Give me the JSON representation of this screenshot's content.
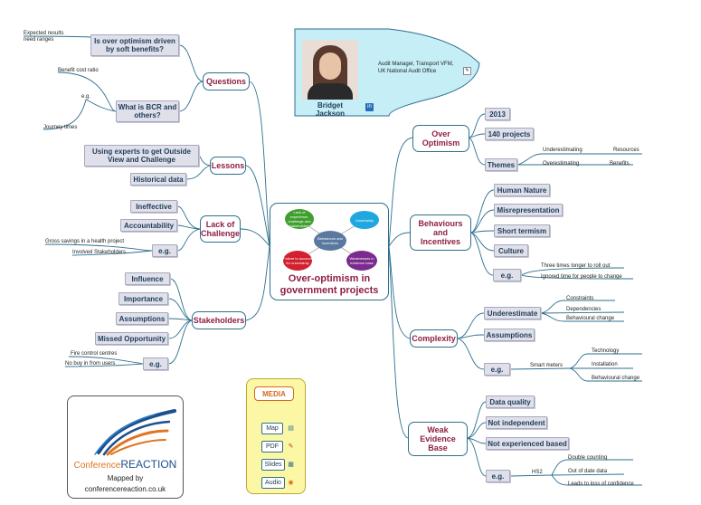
{
  "center": {
    "title": "Over-optimism in government projects",
    "bubbles": [
      {
        "text": "Lack of experience, challenge and stakeholders",
        "color": "#3f9f2e"
      },
      {
        "text": "Uncertainty",
        "color": "#1fa8e0"
      },
      {
        "text": "Behaviours and incentives",
        "color": "#5b79a0"
      },
      {
        "text": "Failure to account for uncertainty",
        "color": "#d2202e"
      },
      {
        "text": "Weaknesses in evidence base",
        "color": "#7b2a8e"
      }
    ]
  },
  "profile": {
    "name": "Bridget Jackson",
    "line1": "Audit Manager, Transport VFM,",
    "line2": "UK National Audit Office"
  },
  "branches": {
    "questions": {
      "label": "Questions",
      "q1": "Is over optimism driven by soft benefits?",
      "q1_leaf": "Expected results need ranges",
      "q2": "What is BCR and others?",
      "q2_leaf1": "Benefit cost ratio",
      "q2_leaf2": "e.g.",
      "q2_leaf3": "Journey times"
    },
    "lessons": {
      "label": "Lessons",
      "items": [
        "Using experts to get Outside View and Challenge",
        "Historical data"
      ]
    },
    "lack_of_challenge": {
      "label": "Lack of Challenge",
      "items": [
        "Ineffective",
        "Accountability",
        "e.g."
      ],
      "leaves": [
        "Gross savings in a health project",
        "Involved Stakeholders"
      ]
    },
    "stakeholders": {
      "label": "Stakeholders",
      "items": [
        "Influence",
        "Importance",
        "Assumptions",
        "Missed Opportunity",
        "e.g."
      ],
      "leaves": [
        "Fire control centres",
        "No buy in from users"
      ]
    },
    "over_optimism": {
      "label": "Over Optimism",
      "items": [
        "2013",
        "140 projects",
        "Themes"
      ],
      "theme_leaves": [
        "Underestimating",
        "Resources",
        "Overestimating",
        "Benefits"
      ]
    },
    "behaviours": {
      "label": "Behaviours and Incentives",
      "items": [
        "Human Nature",
        "Misrepresentation",
        "Short termism",
        "Culture",
        "e.g."
      ],
      "leaves": [
        "Three times longer to roll out",
        "Ignored time for people to change"
      ]
    },
    "complexity": {
      "label": "Complexity",
      "items": [
        "Underestimate",
        "Assumptions",
        "e.g."
      ],
      "underestimate_leaves": [
        "Constraints",
        "Dependencies",
        "Behavioural change"
      ],
      "eg_leaf": "Smart meters",
      "smart_leaves": [
        "Technology",
        "Installation",
        "Behavioural change"
      ]
    },
    "weak_evidence": {
      "label": "Weak Evidence Base",
      "items": [
        "Data quality",
        "Not independent",
        "Not experienced based",
        "e.g."
      ],
      "eg_leaf": "HS2",
      "hs2_leaves": [
        "Double counting",
        "Out of date data",
        "Leads to loss of confidence"
      ]
    }
  },
  "media": {
    "title": "MEDIA",
    "items": [
      {
        "label": "Map",
        "icon": "map-icon",
        "glyph": "▤"
      },
      {
        "label": "PDF",
        "icon": "pdf-icon",
        "glyph": "✎"
      },
      {
        "label": "Slides",
        "icon": "slides-icon",
        "glyph": "▦"
      },
      {
        "label": "Audio",
        "icon": "audio-icon",
        "glyph": "◉"
      }
    ]
  },
  "logo": {
    "brand_part1": "Conference",
    "brand_part2": "REACTION",
    "mapped_by": "Mapped by",
    "site": "conferencereaction.co.uk"
  },
  "colors": {
    "line": "#2e6f8e",
    "main_text": "#8e1f45",
    "box_fill": "#dfe0ea",
    "profile_fill": "#c6eef7",
    "media_fill": "#fcf7a5",
    "logo_blue": "#1b4f8e",
    "logo_orange": "#e0741f"
  }
}
